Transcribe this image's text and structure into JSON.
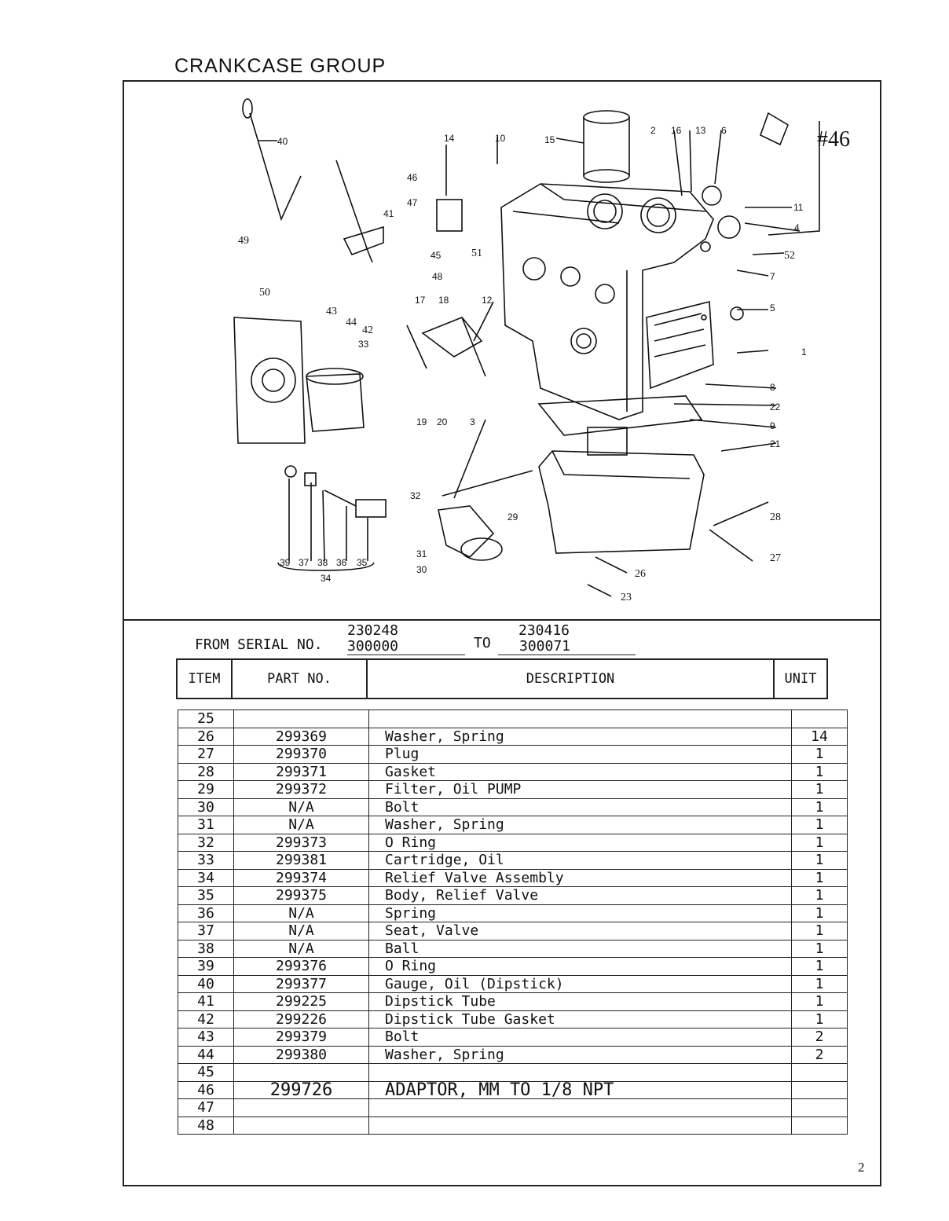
{
  "page": {
    "title": "CRANKCASE GROUP",
    "page_number": "2",
    "handwritten_note": "#46"
  },
  "serial": {
    "from_label": "FROM SERIAL NO.",
    "from_values": [
      "230248",
      "300000"
    ],
    "to_label": "TO",
    "to_values": [
      "230416",
      "300071"
    ]
  },
  "table": {
    "headers": {
      "item": "ITEM",
      "part": "PART NO.",
      "desc": "DESCRIPTION",
      "unit": "UNIT"
    },
    "rows": [
      {
        "item": "25",
        "part": "",
        "desc": "",
        "unit": ""
      },
      {
        "item": "26",
        "part": "299369",
        "desc": "Washer, Spring",
        "unit": "14"
      },
      {
        "item": "27",
        "part": "299370",
        "desc": "Plug",
        "unit": "1"
      },
      {
        "item": "28",
        "part": "299371",
        "desc": "Gasket",
        "unit": "1"
      },
      {
        "item": "29",
        "part": "299372",
        "desc": "Filter, Oil PUMP",
        "unit": "1"
      },
      {
        "item": "30",
        "part": "N/A",
        "desc": "Bolt",
        "unit": "1"
      },
      {
        "item": "31",
        "part": "N/A",
        "desc": "Washer, Spring",
        "unit": "1"
      },
      {
        "item": "32",
        "part": "299373",
        "desc": "O Ring",
        "unit": "1"
      },
      {
        "item": "33",
        "part": "299381",
        "desc": "Cartridge, Oil",
        "unit": "1"
      },
      {
        "item": "34",
        "part": "299374",
        "desc": "Relief Valve Assembly",
        "unit": "1"
      },
      {
        "item": "35",
        "part": "299375",
        "desc": "Body, Relief Valve",
        "unit": "1"
      },
      {
        "item": "36",
        "part": "N/A",
        "desc": "Spring",
        "unit": "1"
      },
      {
        "item": "37",
        "part": "N/A",
        "desc": "Seat, Valve",
        "unit": "1"
      },
      {
        "item": "38",
        "part": "N/A",
        "desc": "Ball",
        "unit": "1"
      },
      {
        "item": "39",
        "part": "299376",
        "desc": "O Ring",
        "unit": "1"
      },
      {
        "item": "40",
        "part": "299377",
        "desc": "Gauge, Oil (Dipstick)",
        "unit": "1"
      },
      {
        "item": "41",
        "part": "299225",
        "desc": "Dipstick Tube",
        "unit": "1"
      },
      {
        "item": "42",
        "part": "299226",
        "desc": "Dipstick Tube Gasket",
        "unit": "1"
      },
      {
        "item": "43",
        "part": "299379",
        "desc": "Bolt",
        "unit": "2"
      },
      {
        "item": "44",
        "part": "299380",
        "desc": "Washer, Spring",
        "unit": "2"
      },
      {
        "item": "45",
        "part": "",
        "desc": "",
        "unit": ""
      },
      {
        "item": "46",
        "part": "299726",
        "desc": "ADAPTOR, MM TO 1/8 NPT",
        "unit": ""
      },
      {
        "item": "47",
        "part": "",
        "desc": "",
        "unit": ""
      },
      {
        "item": "48",
        "part": "",
        "desc": "",
        "unit": ""
      }
    ]
  },
  "callouts": [
    "40",
    "14",
    "10",
    "15",
    "2",
    "16",
    "13",
    "6",
    "46",
    "47",
    "41",
    "11",
    "4",
    "52",
    "49",
    "45",
    "51",
    "48",
    "12",
    "7",
    "50",
    "43",
    "44",
    "42",
    "17",
    "18",
    "5",
    "33",
    "3",
    "19",
    "20",
    "8",
    "22",
    "9",
    "21",
    "32",
    "29",
    "28",
    "31",
    "30",
    "26",
    "27",
    "23",
    "39",
    "37",
    "38",
    "36",
    "35",
    "34",
    "1"
  ]
}
